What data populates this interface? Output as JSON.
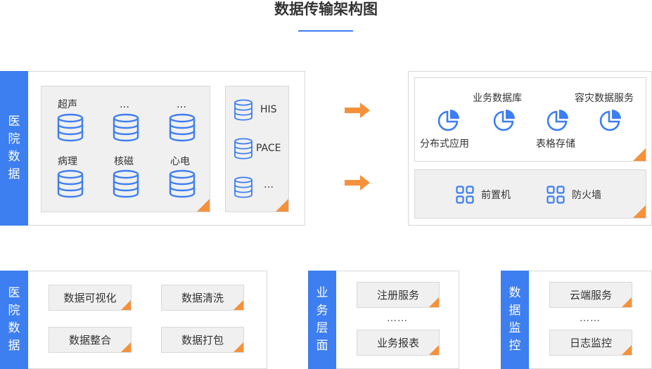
{
  "title": "数据传输架构图",
  "hospital_panel": {
    "label": "医院数据",
    "left_items": [
      {
        "label": "超声"
      },
      {
        "label": "…"
      },
      {
        "label": "…"
      },
      {
        "label": "病理"
      },
      {
        "label": "核磁"
      },
      {
        "label": "心电"
      }
    ],
    "right_items": [
      {
        "label": "HIS"
      },
      {
        "label": "PACE"
      },
      {
        "label": "…"
      }
    ]
  },
  "cloud_panel": {
    "top_labels": [
      "业务数据库",
      "容灾数据服务"
    ],
    "bottom_labels": [
      "分布式应用",
      "表格存储"
    ],
    "bottom_row": [
      "前置机",
      "防火墙"
    ]
  },
  "bottom_panels": [
    {
      "label": "医院数据",
      "chips": [
        "数据可视化",
        "数据清洗",
        "数据整合",
        "数据打包"
      ]
    },
    {
      "label": "业务层面",
      "chips": [
        "注册服务",
        "业务报表"
      ],
      "dots": "……"
    },
    {
      "label": "数据监控",
      "chips": [
        "云端服务",
        "日志监控"
      ],
      "dots": "……"
    }
  ],
  "colors": {
    "accent": "#3d7ef0",
    "corner": "#f5913a",
    "arrow": "#f5913a",
    "icon": "#3d7ef0"
  }
}
